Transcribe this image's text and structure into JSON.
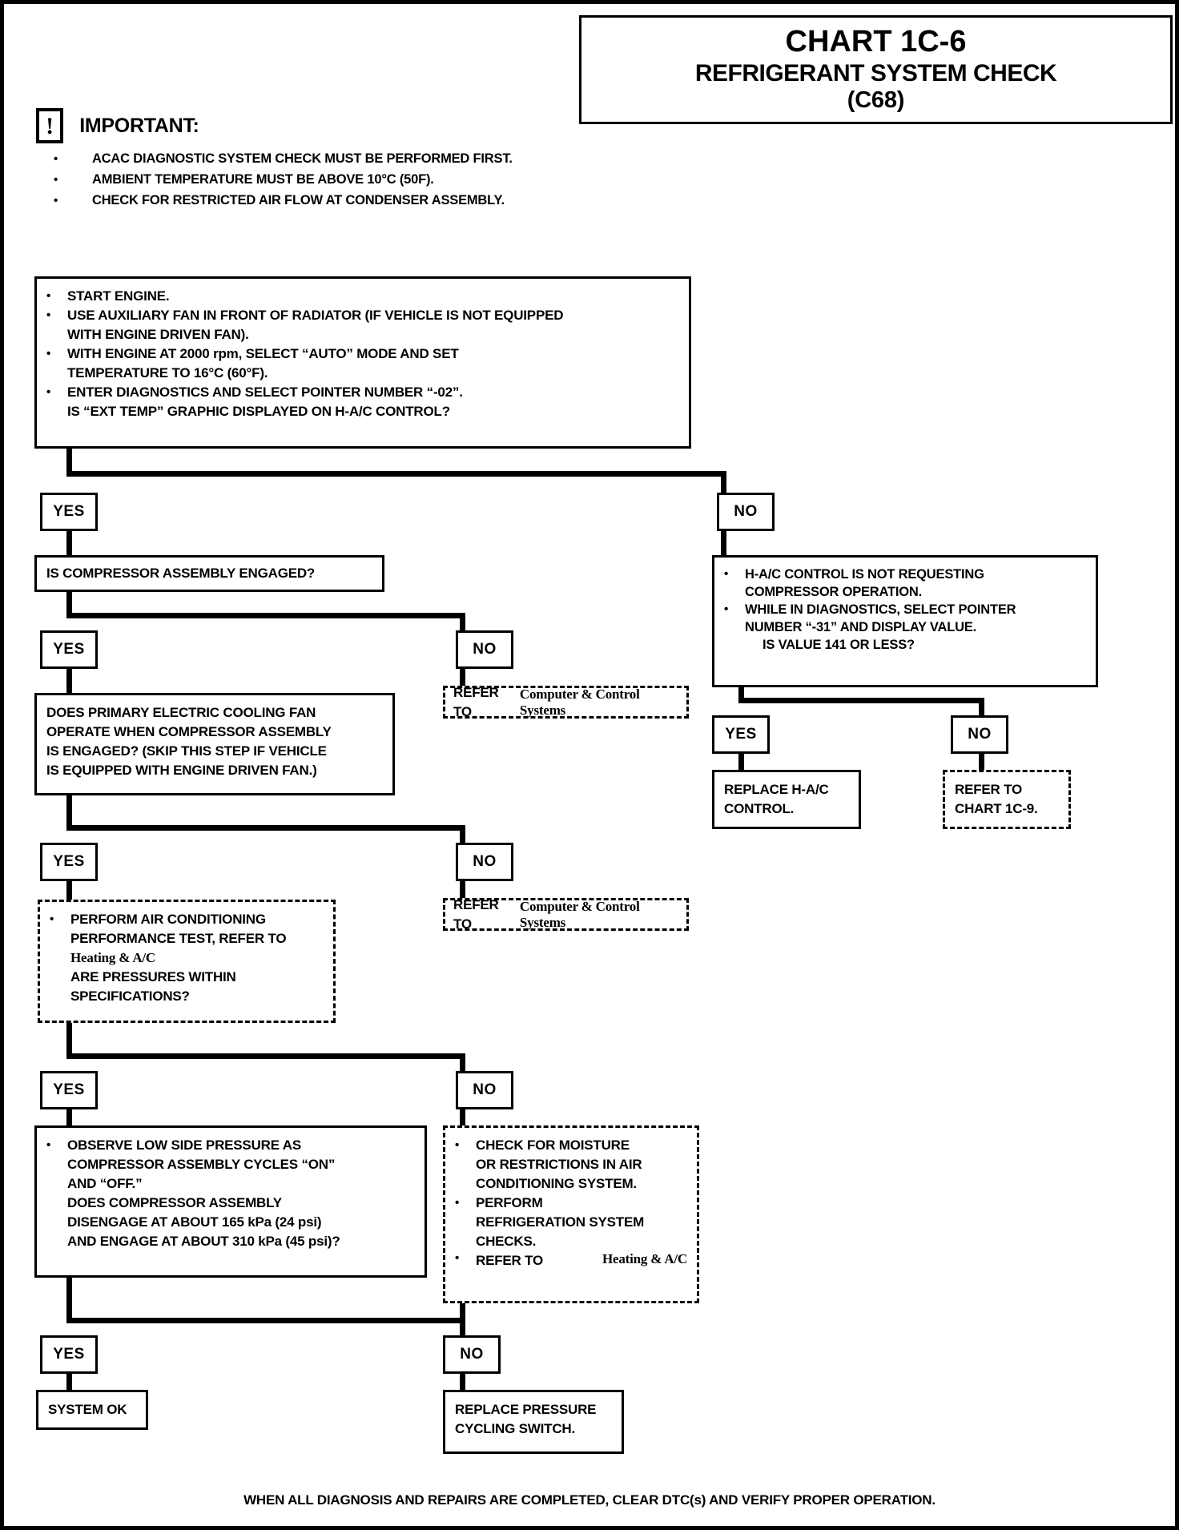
{
  "header": {
    "chart_number": "CHART 1C-6",
    "title": "REFRIGERANT SYSTEM CHECK",
    "subtitle": "(C68)"
  },
  "important": {
    "icon": "exclamation-in-box-icon",
    "label": "IMPORTANT:",
    "bullet": "•",
    "items": [
      "ACAC DIAGNOSTIC SYSTEM CHECK MUST BE PERFORMED FIRST.",
      "AMBIENT TEMPERATURE MUST BE ABOVE 10°C (50F).",
      "CHECK FOR RESTRICTED AIR FLOW AT CONDENSER ASSEMBLY."
    ]
  },
  "labels": {
    "yes": "YES",
    "no": "NO",
    "bullet": "•"
  },
  "nodes": {
    "start": {
      "lines": [
        {
          "bullet": true,
          "text": "START ENGINE."
        },
        {
          "bullet": true,
          "text": "USE AUXILIARY FAN IN FRONT OF RADIATOR (IF VEHICLE IS NOT EQUIPPED"
        },
        {
          "bullet": false,
          "text": "WITH ENGINE DRIVEN FAN)."
        },
        {
          "bullet": true,
          "text": "WITH ENGINE AT 2000 rpm, SELECT “AUTO” MODE AND SET"
        },
        {
          "bullet": false,
          "text": "TEMPERATURE TO 16°C (60°F)."
        },
        {
          "bullet": true,
          "text": "ENTER DIAGNOSTICS AND SELECT POINTER NUMBER “-02”."
        },
        {
          "bullet": false,
          "text": "IS “EXT TEMP” GRAPHIC DISPLAYED ON H-A/C CONTROL?"
        }
      ]
    },
    "compressor_engaged": {
      "text": "IS COMPRESSOR ASSEMBLY ENGAGED?"
    },
    "cooling_fan": {
      "lines": [
        "DOES PRIMARY ELECTRIC COOLING FAN",
        "OPERATE WHEN COMPRESSOR ASSEMBLY",
        "IS ENGAGED? (SKIP THIS STEP IF VEHICLE",
        "IS EQUIPPED WITH ENGINE DRIVEN FAN.)"
      ]
    },
    "perform_ac_test": {
      "lines": [
        {
          "bullet": true,
          "text": "PERFORM AIR CONDITIONING",
          "ref": false
        },
        {
          "bullet": false,
          "text": "PERFORMANCE TEST, REFER TO",
          "ref": false
        },
        {
          "bullet": false,
          "text": "Heating & A/C",
          "ref": true
        },
        {
          "bullet": false,
          "text": "ARE PRESSURES WITHIN",
          "ref": false
        },
        {
          "bullet": false,
          "text": "SPECIFICATIONS?",
          "ref": false
        }
      ]
    },
    "observe_low_side": {
      "lines": [
        {
          "bullet": true,
          "text": "OBSERVE LOW SIDE PRESSURE AS"
        },
        {
          "bullet": false,
          "text": "COMPRESSOR ASSEMBLY CYCLES “ON”"
        },
        {
          "bullet": false,
          "text": "AND “OFF.”"
        },
        {
          "bullet": false,
          "text": "DOES COMPRESSOR ASSEMBLY"
        },
        {
          "bullet": false,
          "text": "DISENGAGE AT ABOUT 165 kPa (24 psi)"
        },
        {
          "bullet": false,
          "text": "AND ENGAGE AT ABOUT 310 kPa (45 psi)?"
        }
      ]
    },
    "check_moisture": {
      "lines": [
        {
          "bullet": true,
          "text": "CHECK FOR MOISTURE",
          "ref": ""
        },
        {
          "bullet": false,
          "text": "OR RESTRICTIONS IN AIR",
          "ref": ""
        },
        {
          "bullet": false,
          "text": "CONDITIONING SYSTEM.",
          "ref": ""
        },
        {
          "bullet": true,
          "text": "PERFORM",
          "ref": ""
        },
        {
          "bullet": false,
          "text": "REFRIGERATION SYSTEM",
          "ref": ""
        },
        {
          "bullet": false,
          "text": "CHECKS.",
          "ref": ""
        },
        {
          "bullet": true,
          "text": "REFER TO ",
          "ref": "Heating & A/C"
        }
      ]
    },
    "hac_not_requesting": {
      "lines": [
        {
          "bullet": true,
          "text": "H-A/C CONTROL IS NOT REQUESTING"
        },
        {
          "bullet": false,
          "text": "COMPRESSOR OPERATION."
        },
        {
          "bullet": true,
          "text": "WHILE IN DIAGNOSTICS, SELECT POINTER"
        },
        {
          "bullet": false,
          "text": "NUMBER “-31” AND DISPLAY VALUE."
        },
        {
          "bullet": false,
          "text": "IS VALUE 141 OR LESS?"
        }
      ]
    },
    "replace_hac": {
      "lines": [
        "REPLACE H-A/C",
        "CONTROL."
      ]
    },
    "refer_chart_1c9": {
      "lines": [
        "REFER TO",
        "CHART 1C-9."
      ]
    },
    "system_ok": {
      "text": "SYSTEM OK"
    },
    "replace_switch": {
      "lines": [
        "REPLACE PRESSURE",
        "CYCLING SWITCH."
      ]
    },
    "refer_ccs_1": {
      "prefix": "REFER TO ",
      "ref": "Computer & Control Systems"
    },
    "refer_ccs_2": {
      "prefix": "REFER TO ",
      "ref": "Computer & Control Systems"
    }
  },
  "footer": {
    "text": "WHEN ALL DIAGNOSIS AND REPAIRS ARE COMPLETED, CLEAR DTC(s) AND VERIFY PROPER OPERATION."
  },
  "colors": {
    "ink": "#000000",
    "paper": "#ffffff"
  }
}
